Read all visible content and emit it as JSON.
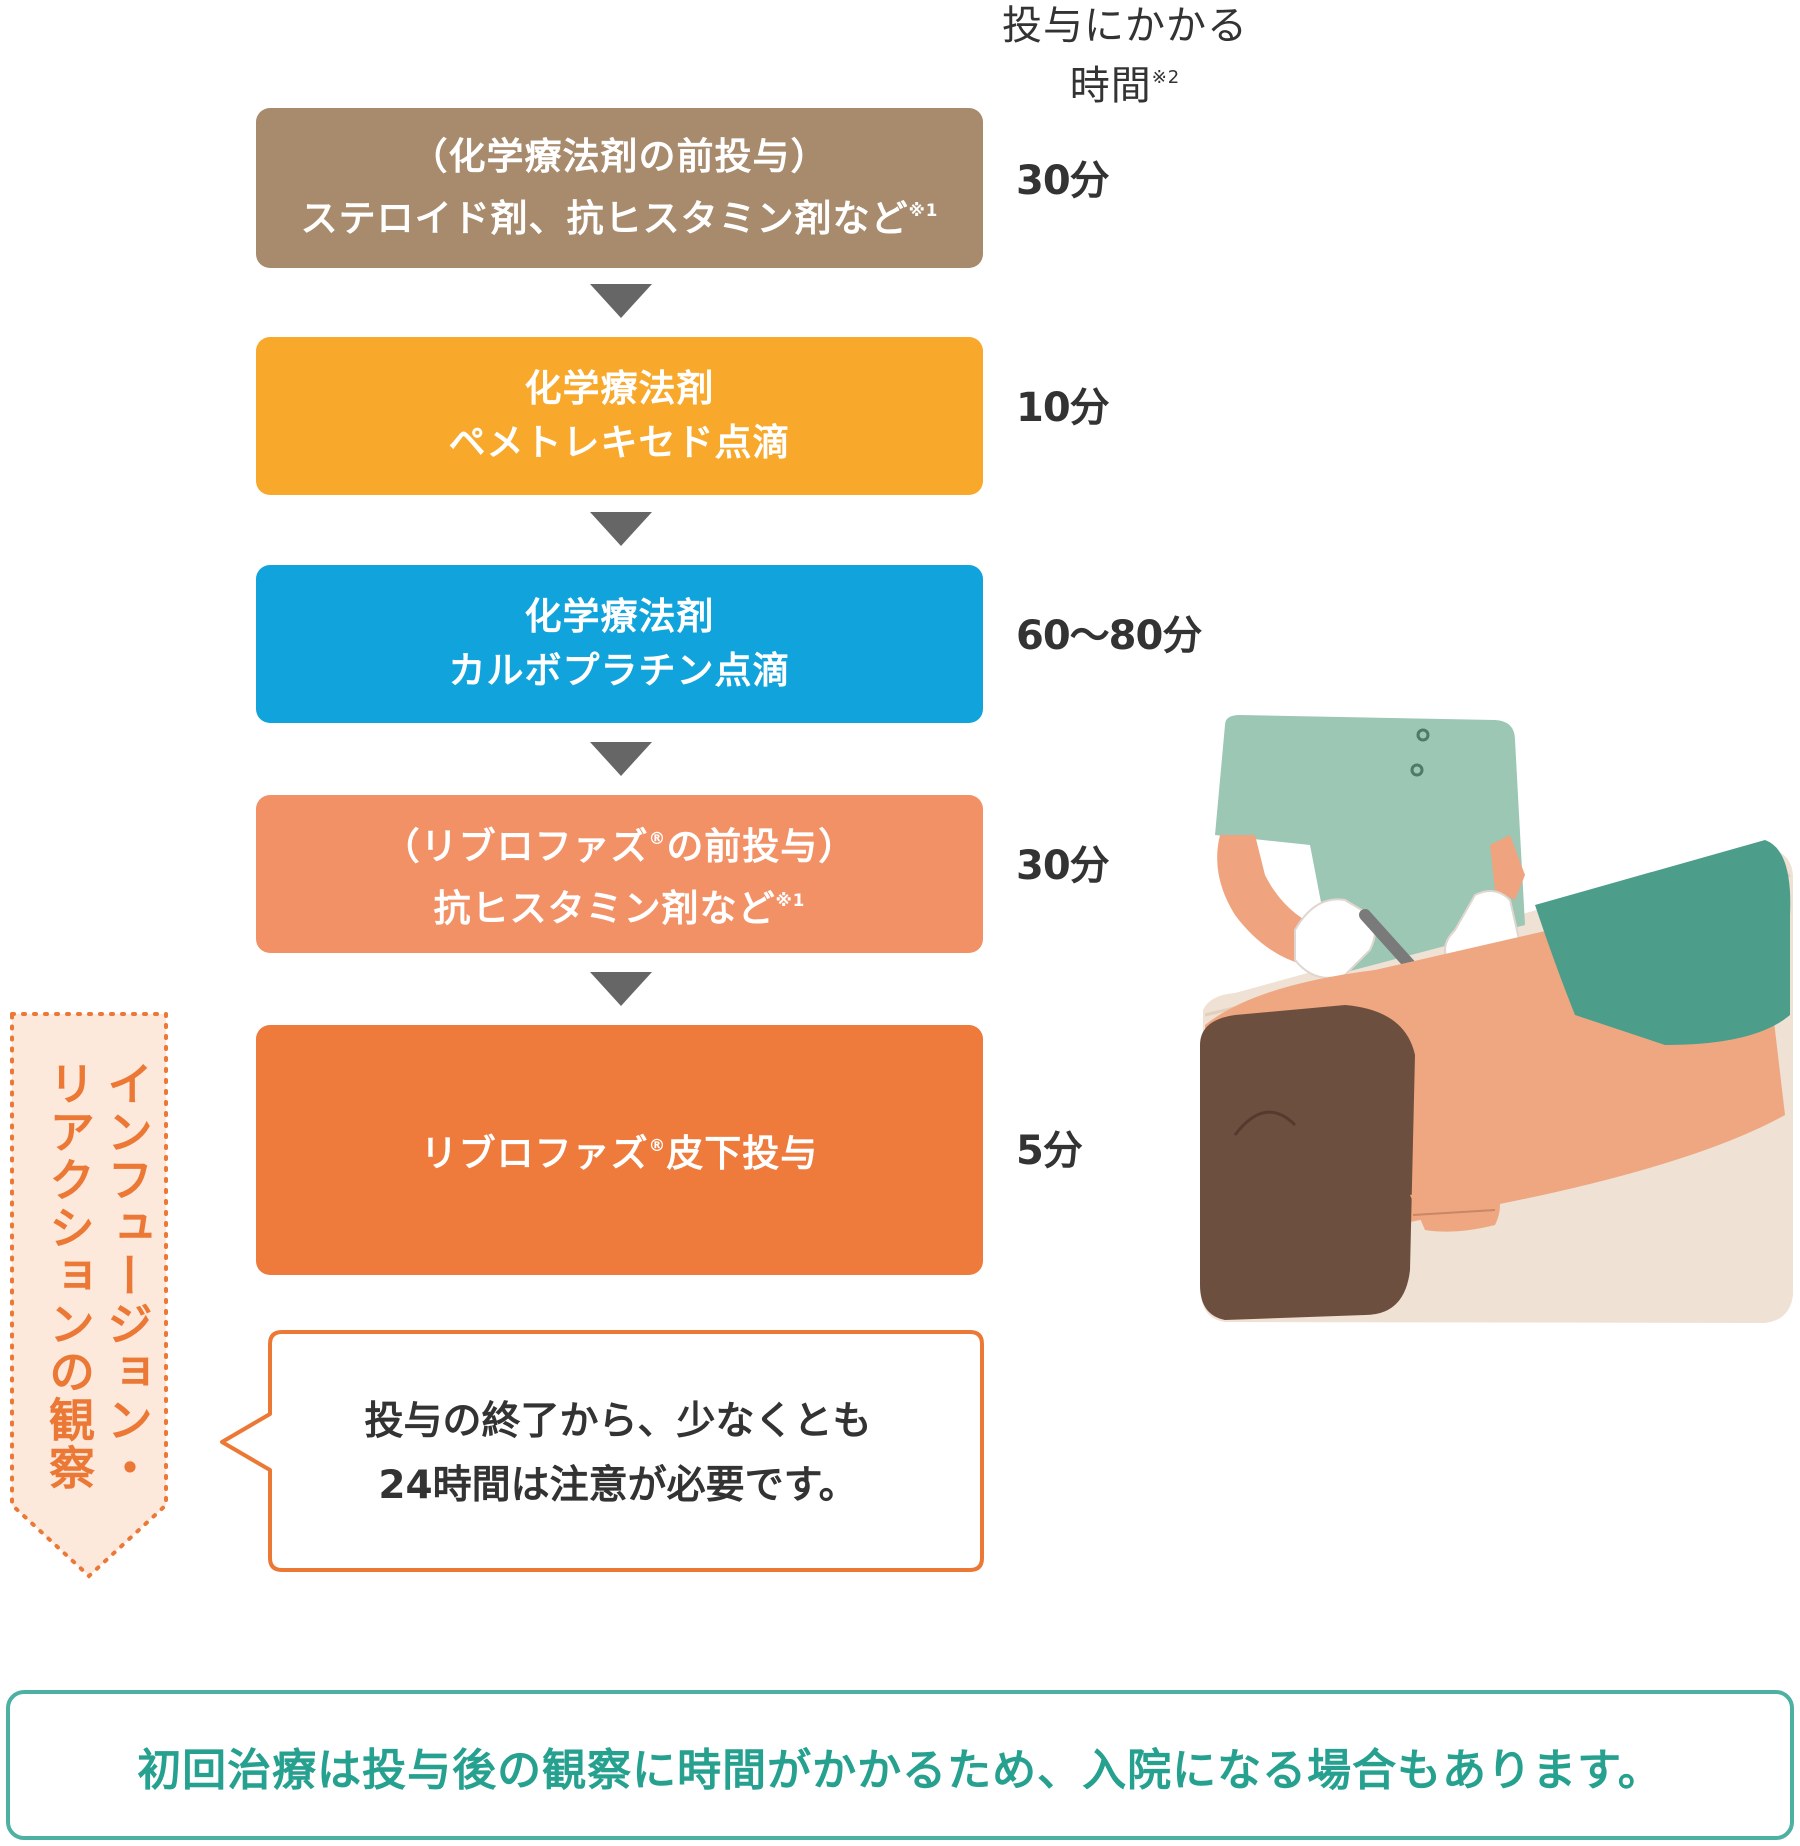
{
  "time_header": {
    "line1": "投与にかかる",
    "line2": "時間",
    "note": "※2"
  },
  "steps": [
    {
      "line1": "（化学療法剤の前投与）",
      "line2": "ステロイド剤、抗ヒスタミン剤など",
      "note": "※1",
      "time": "30分",
      "color": "#a88a6c"
    },
    {
      "line1": "化学療法剤",
      "line2": "ペメトレキセド点滴",
      "time": "10分",
      "color": "#f8a82a"
    },
    {
      "line1": "化学療法剤",
      "line2": "カルボプラチン点滴",
      "time": "60〜80分",
      "color": "#10a3dc"
    },
    {
      "line1a": "（リブロファズ",
      "reg": "®",
      "line1b": "の前投与）",
      "line2": "抗ヒスタミン剤など",
      "note": "※1",
      "time": "30分",
      "color": "#f39166"
    },
    {
      "line1a": "リブロファズ",
      "reg": "®",
      "line1b": "皮下投与",
      "time": "5分",
      "color": "#ee7a3c"
    }
  ],
  "observation": {
    "col1": "インフュージョン・",
    "col2": "リアクションの観察",
    "color": "#ec7835"
  },
  "bubble": {
    "line1": "投与の終了から、少なくとも",
    "line2": "24時間は注意が必要です。"
  },
  "footer_note": {
    "text": "初回治療は投与後の観察に時間がかかるため、入院になる場合もあります。",
    "color": "#26a08f"
  },
  "illustration": "nurse-giving-subcutaneous-injection-to-patient"
}
